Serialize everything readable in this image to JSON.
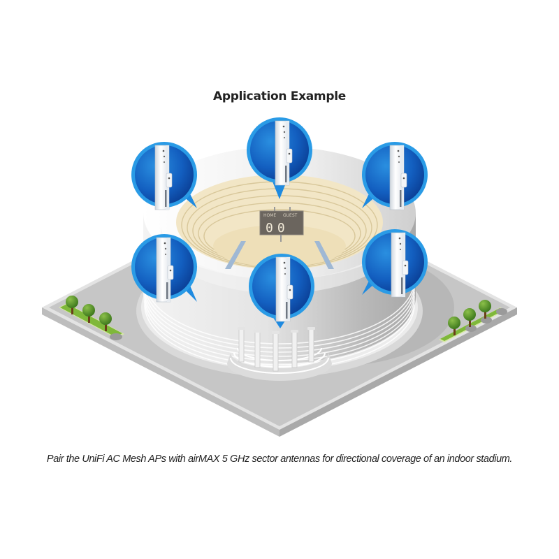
{
  "header": {
    "title": "Application Example"
  },
  "illustration": {
    "subject": "indoor stadium",
    "scoreboard": {
      "home_label": "HOME",
      "guest_label": "GUEST",
      "score": "00"
    },
    "callouts": [
      {
        "id": "top-left",
        "device": "sector-antenna-icon"
      },
      {
        "id": "top-center",
        "device": "sector-antenna-icon"
      },
      {
        "id": "top-right",
        "device": "sector-antenna-icon"
      },
      {
        "id": "middle-left",
        "device": "sector-antenna-icon"
      },
      {
        "id": "bottom-center",
        "device": "sector-antenna-icon"
      },
      {
        "id": "middle-right",
        "device": "sector-antenna-icon"
      }
    ],
    "colors": {
      "bubble_blue": "#1a7fd0",
      "bubble_dark": "#0b3f9a",
      "ground_gray": "#c4c4c4",
      "stands_beige": "#efe1bf",
      "tree_green": "#5a9a2a"
    }
  },
  "footer": {
    "caption": "Pair the UniFi AC Mesh APs with airMAX 5 GHz sector antennas for directional coverage of an indoor stadium."
  }
}
